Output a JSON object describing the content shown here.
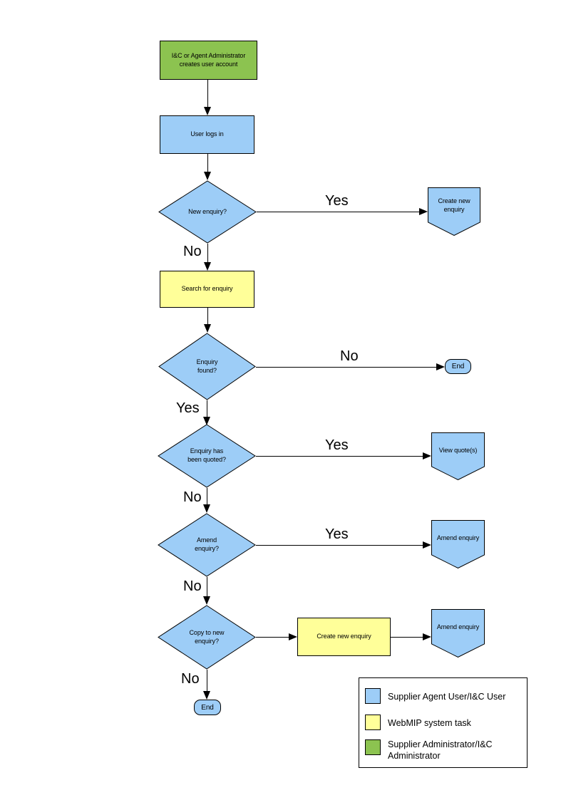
{
  "colors": {
    "user_shape": "#9DCDF7",
    "system_shape": "#FFFF99",
    "admin_shape": "#8CC350",
    "line": "#000000"
  },
  "nodes": {
    "admin_creates_account": "I&C or Agent Administrator\ncreates user account",
    "user_logs_in": "User logs in",
    "new_enquiry": "New enquiry?",
    "create_new_enquiry_top": "Create new\nenquiry",
    "search_for_enquiry": "Search for enquiry",
    "enquiry_found": "Enquiry\nfound?",
    "end_right": "End",
    "enquiry_quoted": "Enquiry has\nbeen quoted?",
    "view_quotes": "View quote(s)",
    "amend_enquiry_decision": "Amend\nenquiry?",
    "amend_enquiry_action1": "Amend enquiry",
    "copy_to_new_enquiry": "Copy to new\nenquiry?",
    "create_new_enquiry_mid": "Create new enquiry",
    "amend_enquiry_action2": "Amend enquiry",
    "end_bottom": "End"
  },
  "edge_labels": {
    "new_enquiry_yes": "Yes",
    "new_enquiry_no": "No",
    "enquiry_found_no": "No",
    "enquiry_found_yes": "Yes",
    "quoted_yes": "Yes",
    "quoted_no": "No",
    "amend_yes": "Yes",
    "amend_no": "No",
    "copy_no": "No"
  },
  "legend": {
    "items": [
      {
        "label": "Supplier Agent User/I&C User"
      },
      {
        "label": "WebMIP system task"
      },
      {
        "label": "Supplier Administrator/I&C\nAdministrator"
      }
    ]
  }
}
